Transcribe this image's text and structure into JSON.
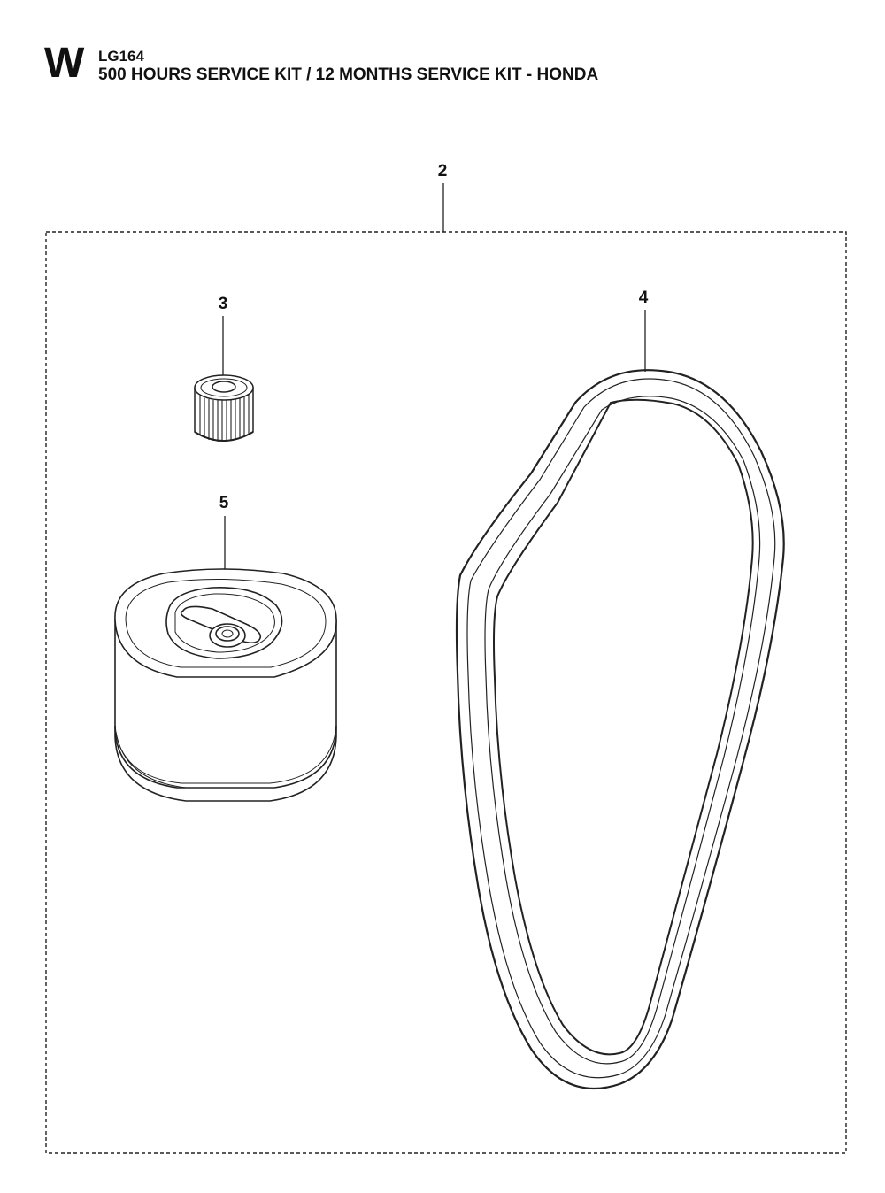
{
  "header": {
    "section_letter": "W",
    "model": "LG164",
    "title": "500 HOURS SERVICE KIT / 12 MONTHS SERVICE KIT - HONDA"
  },
  "callouts": {
    "kit": "2",
    "fuel_filter": "3",
    "belt": "4",
    "air_filter": "5"
  }
}
